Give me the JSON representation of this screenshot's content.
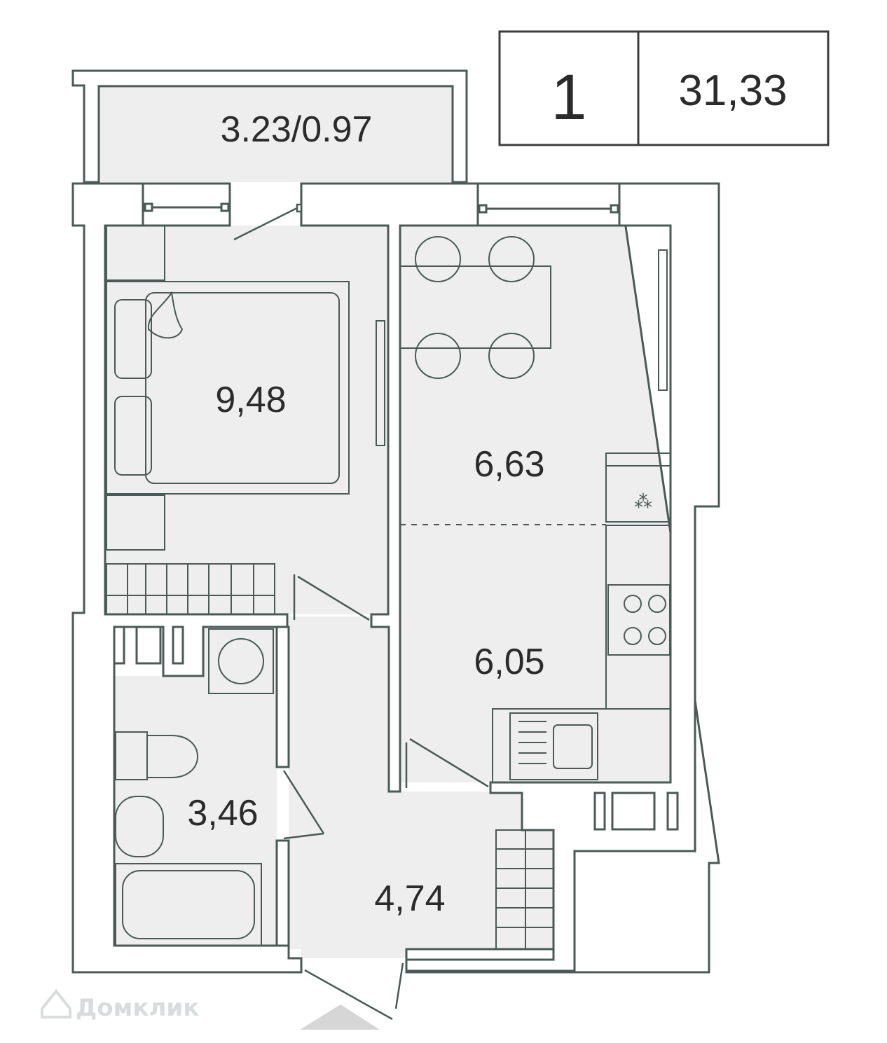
{
  "summary": {
    "rooms_count": "1",
    "total_area": "31,33"
  },
  "rooms": {
    "balcony": "3.23/0.97",
    "bedroom": "9,48",
    "kitchen_dining": "6,63",
    "kitchen": "6,05",
    "bathroom": "3,46",
    "hallway": "4,74"
  },
  "watermark": "Домклик",
  "colors": {
    "wall": "#4a5a56",
    "floor": "#eeeeee",
    "furniture": "#4a5a56",
    "text": "#2b2b2b",
    "entrance_arrow": "#d6d6d6"
  }
}
